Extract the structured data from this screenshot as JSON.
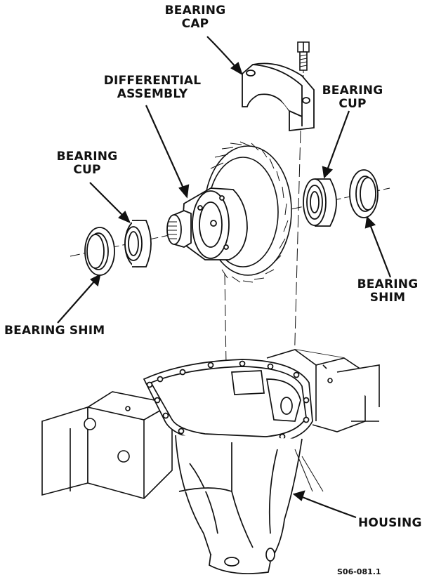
{
  "labels": {
    "bearing_cap": [
      "BEARING",
      "CAP"
    ],
    "differential_assembly": [
      "DIFFERENTIAL",
      "ASSEMBLY"
    ],
    "bearing_cup_right": [
      "BEARING",
      "CUP"
    ],
    "bearing_cup_left": [
      "BEARING",
      "CUP"
    ],
    "bearing_shim_right": [
      "BEARING",
      "SHIM"
    ],
    "bearing_shim_left": "BEARING SHIM",
    "housing": "HOUSING"
  },
  "figure_id": "S06-081.1",
  "colors": {
    "ink": "#111111",
    "paper": "#ffffff"
  }
}
